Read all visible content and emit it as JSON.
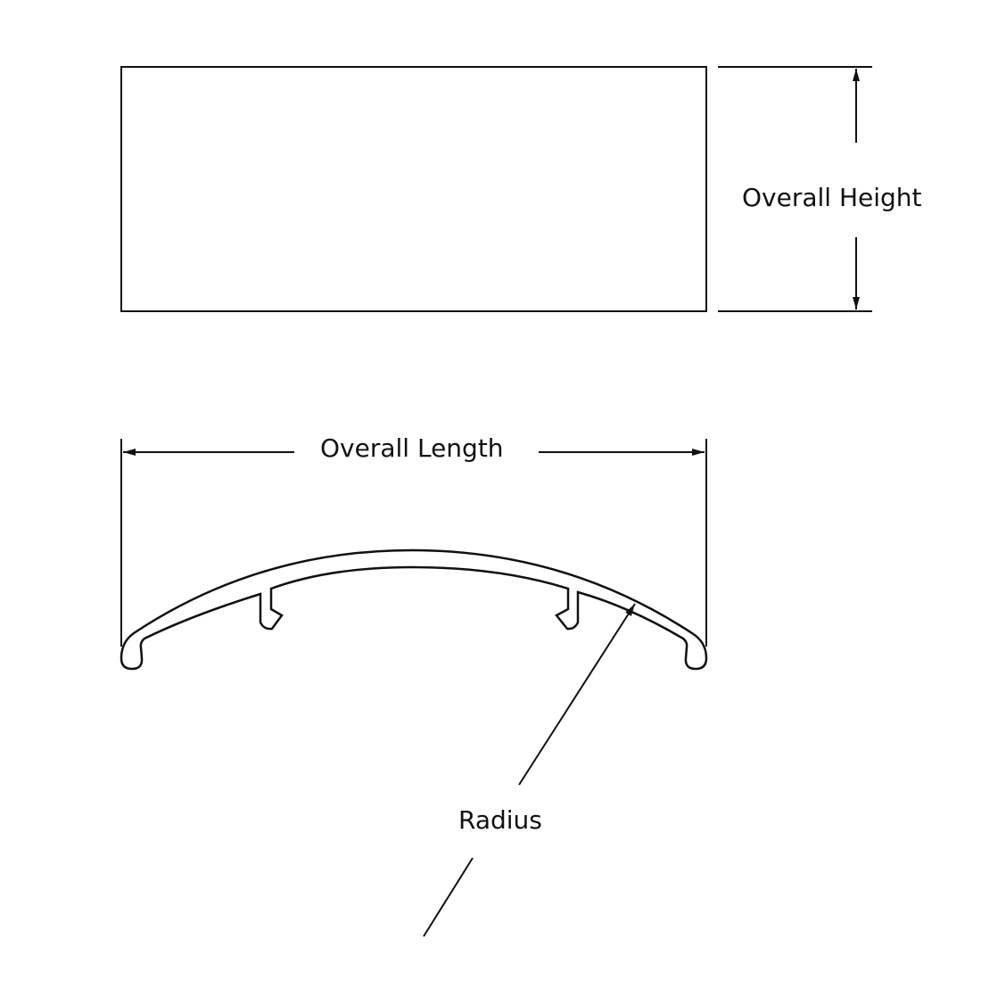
{
  "labels": {
    "overall_height": "Overall Height",
    "overall_length": "Overall Length",
    "radius": "Radius"
  },
  "colors": {
    "line": "#111111",
    "background": "#ffffff"
  }
}
